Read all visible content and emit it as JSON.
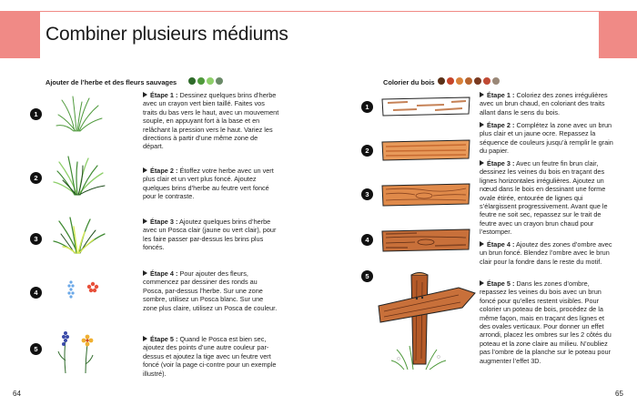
{
  "title": "Combiner plusieurs médiums",
  "colors": {
    "band": "#f08a86"
  },
  "left": {
    "heading": "Ajouter de l’herbe et des fleurs sauvages",
    "swatches": [
      "#2f6b2a",
      "#4f9a3c",
      "#8ecf6a",
      "#6a8a68"
    ],
    "steps": [
      {
        "n": "1",
        "label": "Étape 1 :",
        "text": "Dessinez quelques brins d’herbe avec un crayon vert bien taillé. Faites vos traits du bas vers le haut, avec un mouvement souple, en appuyant fort à la base et en relâchant la pression vers le haut. Variez les directions à partir d’une même zone de départ."
      },
      {
        "n": "2",
        "label": "Étape 2 :",
        "text": "Étoffez votre herbe avec un vert plus clair et un vert plus foncé. Ajoutez quelques brins d’herbe au feutre vert foncé pour le contraste."
      },
      {
        "n": "3",
        "label": "Étape 3 :",
        "text": "Ajoutez quelques brins d’herbe avec un Posca clair (jaune ou vert clair), pour les faire passer par-dessus les brins plus foncés."
      },
      {
        "n": "4",
        "label": "Étape 4 :",
        "text": "Pour ajouter des fleurs, commencez par dessiner des ronds au Posca, par-dessus l’herbe. Sur une zone sombre, utilisez un Posca blanc. Sur une zone plus claire, utilisez un Posca de couleur."
      },
      {
        "n": "5",
        "label": "Étape 5 :",
        "text": "Quand le Posca est bien sec, ajoutez des points d’une autre couleur par-dessus et ajoutez la tige avec un feutre vert foncé (voir la page ci-contre pour un exemple illustré)."
      }
    ]
  },
  "right": {
    "heading": "Colorier du bois",
    "swatches": [
      "#5a3018",
      "#c6452a",
      "#d9823a",
      "#b8642e",
      "#7a3a20",
      "#c04a34",
      "#9a8878"
    ],
    "steps": [
      {
        "n": "1",
        "label": "Étape 1 :",
        "text": "Coloriez des zones irrégulières avec un brun chaud, en coloriant des traits allant dans le sens du bois."
      },
      {
        "n": "2",
        "label": "Étape 2 :",
        "text": "Complétez la zone avec un brun plus clair et un jaune ocre. Repassez la séquence de couleurs jusqu’à remplir le grain du papier."
      },
      {
        "n": "3",
        "label": "Étape 3 :",
        "text": "Avec un feutre fin brun clair, dessinez les veines du bois en traçant des lignes horizontales irrégulières. Ajoutez un nœud dans le bois en dessinant une forme ovale étirée, entourée de lignes qui s’élargissent progressivement. Avant que le feutre ne soit sec, repassez sur le trait de feutre avec un crayon brun chaud pour l’estomper."
      },
      {
        "n": "4",
        "label": "Étape 4 :",
        "text": "Ajoutez des zones d’ombre avec un brun foncé. Blendez l’ombre avec le brun clair pour la fondre dans le reste du motif."
      },
      {
        "n": "5",
        "label": "Étape 5 :",
        "text": "Dans les zones d’ombre, repassez les veines du bois avec un brun foncé pour qu’elles restent visibles. Pour colorier un poteau de bois, procédez de la même façon, mais en traçant des lignes et des ovales verticaux. Pour donner un effet arrondi, placez les ombres sur les 2 côtés du poteau et la zone claire au milieu. N’oubliez pas l’ombre de la planche sur le poteau pour augmenter l’effet 3D."
      }
    ]
  },
  "page_left": "64",
  "page_right": "65"
}
